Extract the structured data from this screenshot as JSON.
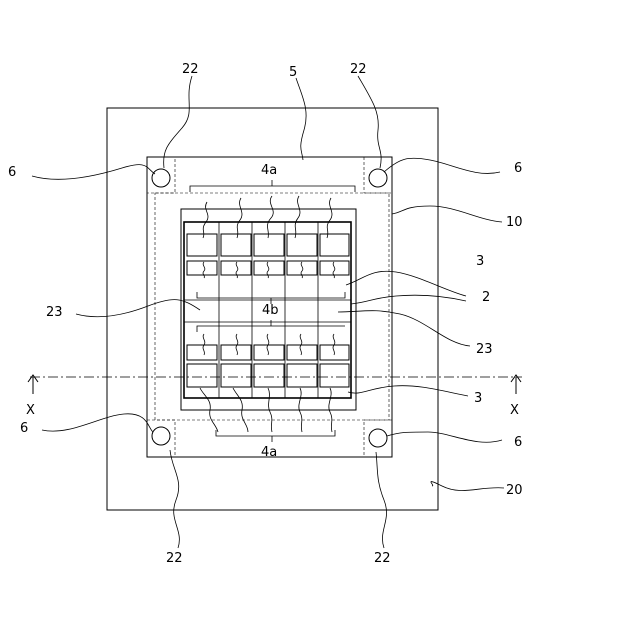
{
  "labels": {
    "n22": "22",
    "n5": "5",
    "n6": "6",
    "n4a": "4a",
    "n10": "10",
    "n3": "3",
    "n2": "2",
    "n23": "23",
    "n4b": "4b",
    "nX": "X",
    "n20": "20"
  }
}
